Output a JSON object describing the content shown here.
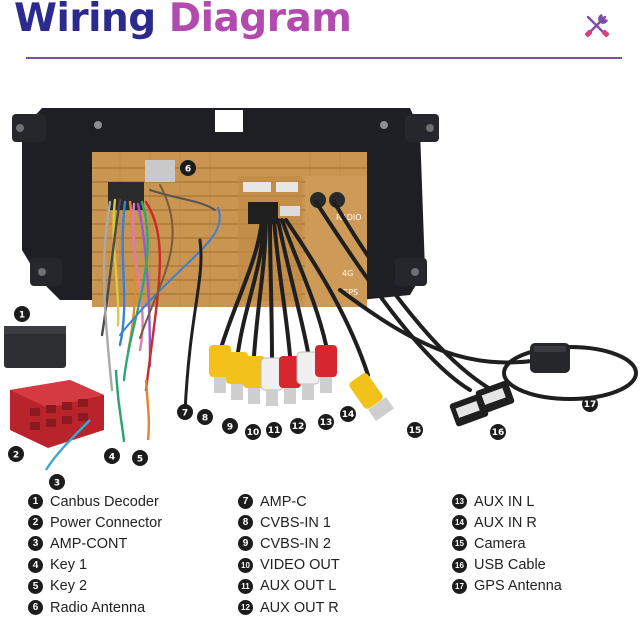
{
  "header": {
    "title_part1": "Wiring",
    "title_part2": "Diagram",
    "icon": "tools-icon",
    "colors": {
      "title_primary": "#2d2a8f",
      "title_accent": "#b24ab0",
      "rule": "#7f4ba9"
    }
  },
  "diagram": {
    "device": "car-radio-back-panel",
    "panel_labels": [
      "RADIO",
      "4G",
      "GPS"
    ],
    "callouts": [
      "1",
      "2",
      "3",
      "4",
      "5",
      "6",
      "7",
      "8",
      "9",
      "10",
      "11",
      "12",
      "13",
      "14",
      "15",
      "16",
      "17"
    ]
  },
  "legend": {
    "columns": [
      [
        {
          "num": "1",
          "label": "Canbus Decoder"
        },
        {
          "num": "2",
          "label": "Power Connector"
        },
        {
          "num": "3",
          "label": "AMP-CONT"
        },
        {
          "num": "4",
          "label": "Key 1"
        },
        {
          "num": "5",
          "label": "Key 2"
        },
        {
          "num": "6",
          "label": "Radio Antenna"
        }
      ],
      [
        {
          "num": "7",
          "label": "AMP-C"
        },
        {
          "num": "8",
          "label": "CVBS-IN 1"
        },
        {
          "num": "9",
          "label": "CVBS-IN 2"
        },
        {
          "num": "10",
          "label": "VIDEO OUT"
        },
        {
          "num": "11",
          "label": "AUX OUT L"
        },
        {
          "num": "12",
          "label": "AUX OUT R"
        }
      ],
      [
        {
          "num": "13",
          "label": "AUX IN L"
        },
        {
          "num": "14",
          "label": "AUX IN R"
        },
        {
          "num": "15",
          "label": "Camera"
        },
        {
          "num": "16",
          "label": "USB Cable"
        },
        {
          "num": "17",
          "label": "GPS Antenna"
        }
      ]
    ]
  }
}
